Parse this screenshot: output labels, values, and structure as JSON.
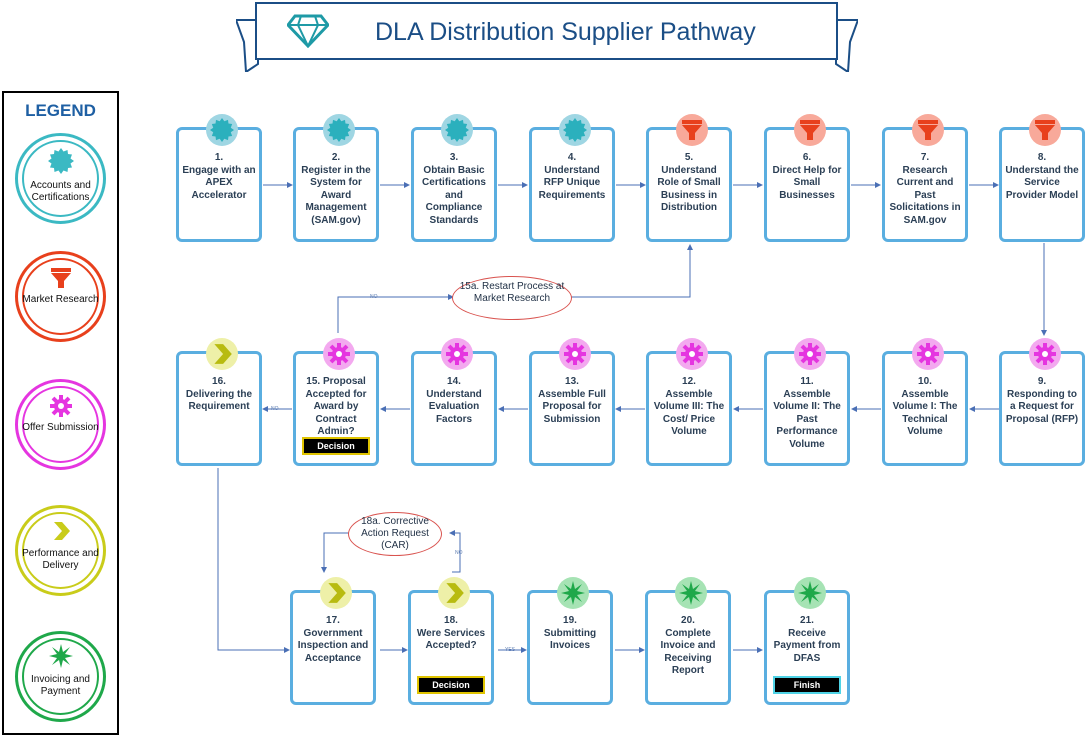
{
  "title": "DLA Distribution Supplier Pathway",
  "legend": {
    "title": "LEGEND",
    "items": [
      {
        "label": "Accounts and Certifications",
        "icon": "cert-badge-icon",
        "color": "#3bb9c3"
      },
      {
        "label": "Market Research",
        "icon": "funnel-icon",
        "color": "#e8401c"
      },
      {
        "label": "Offer Submission",
        "icon": "gear-icon",
        "color": "#e535e0"
      },
      {
        "label": "Performance and Delivery",
        "icon": "chevron-right-icon",
        "color": "#c9cc1a"
      },
      {
        "label": "Invoicing and Payment",
        "icon": "star-burst-icon",
        "color": "#1fa84a"
      }
    ]
  },
  "steps": {
    "s1": "1.\nEngage with an APEX Accelerator",
    "s2": "2.\nRegister in the System for Award Management (SAM.gov)",
    "s3": "3.\nObtain Basic Certifications and Compliance Standards",
    "s4": "4.\nUnderstand RFP Unique Requirements",
    "s5": "5.\nUnderstand Role of Small Business in Distribution",
    "s6": "6.\nDirect Help for Small Businesses",
    "s7": "7.\nResearch Current and Past Solicitations in SAM.gov",
    "s8": "8.\nUnderstand the Service Provider Model",
    "s9": "9.\nResponding to a Request for Proposal (RFP)",
    "s10": "10.\nAssemble Volume I: The Technical Volume",
    "s11": "11.\nAssemble Volume II: The Past Performance Volume",
    "s12": "12.\nAssemble Volume III: The Cost/ Price Volume",
    "s13": "13.\nAssemble Full Proposal for Submission",
    "s14": "14.\nUnderstand Evaluation Factors",
    "s15": "15. Proposal Accepted for Award by Contract Admin?",
    "s16": "16.\nDelivering the Requirement",
    "s17": "17.\nGovernment Inspection and Acceptance",
    "s18": "18.\nWere Services Accepted?",
    "s19": "19.\nSubmitting Invoices",
    "s20": "20.\nComplete Invoice and Receiving Report",
    "s21": "21.\nReceive Payment from DFAS"
  },
  "tags": {
    "decision": "Decision",
    "finish": "Finish"
  },
  "notes": {
    "n15a": "15a. Restart Process at Market Research",
    "n18a": "18a. Corrective Action Request (CAR)"
  },
  "connector_labels": {
    "no": "NO",
    "yes": "YES"
  },
  "colors": {
    "box_border": "#5aaee0",
    "title_blue": "#1b4e86",
    "connector": "#4a6fb5",
    "decision_border": "#e0c400",
    "finish_border": "#4fd3e6"
  }
}
